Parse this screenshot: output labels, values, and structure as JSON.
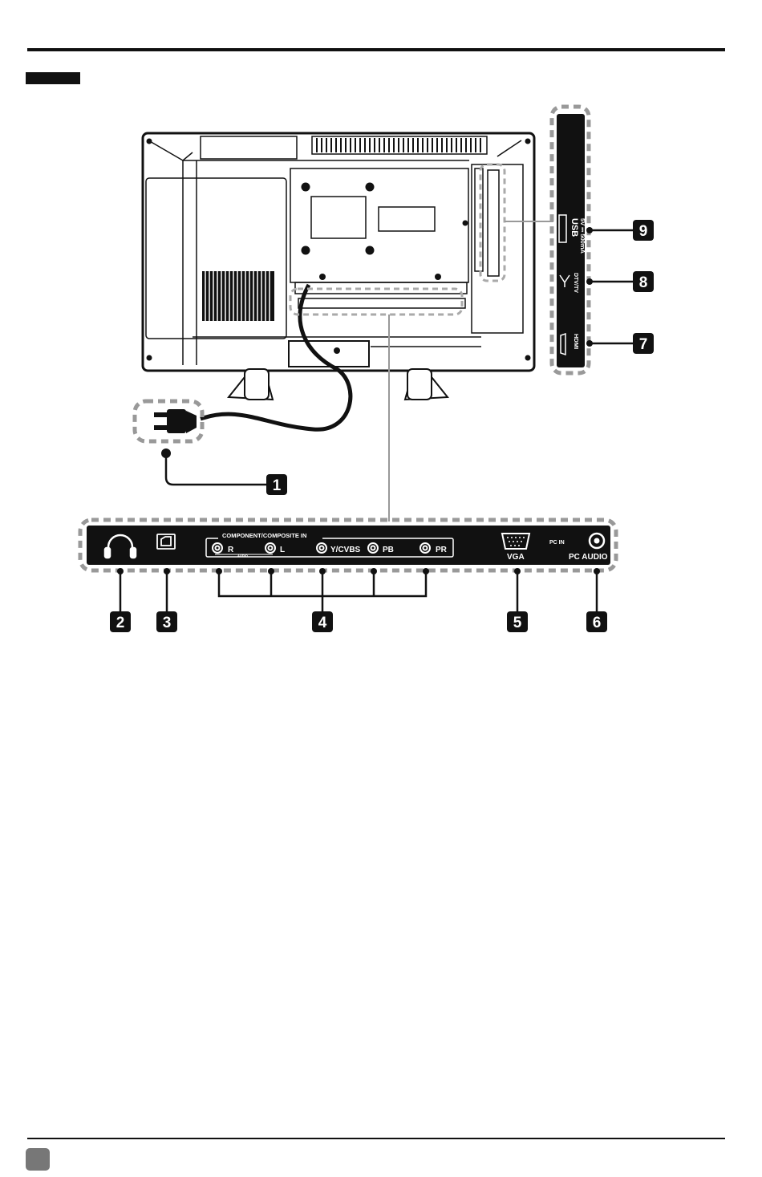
{
  "side_panel": {
    "usb_label": "USB",
    "usb_rating": "5V ⎓ 500mA",
    "antenna_label": "DTV/TV",
    "hdmi_label": "HDMI"
  },
  "rear_panel": {
    "component_header": "COMPONENT/COMPOSITE IN",
    "audio_sublabel": "AUDIO",
    "jack_r": "R",
    "jack_l": "L",
    "jack_y": "Y/CVBS",
    "jack_pb": "PB",
    "jack_pr": "PR",
    "pc_in": "PC IN",
    "vga_label": "VGA",
    "pc_audio_label": "PC AUDIO"
  },
  "callouts": {
    "n1": "1",
    "n2": "2",
    "n3": "3",
    "n4": "4",
    "n5": "5",
    "n6": "6",
    "n7": "7",
    "n8": "8",
    "n9": "9"
  },
  "icons": [
    "headphone-icon",
    "optical-port-icon",
    "antenna-icon",
    "usb-port-icon",
    "hdmi-port-icon",
    "vga-port-icon",
    "power-plug-icon"
  ]
}
